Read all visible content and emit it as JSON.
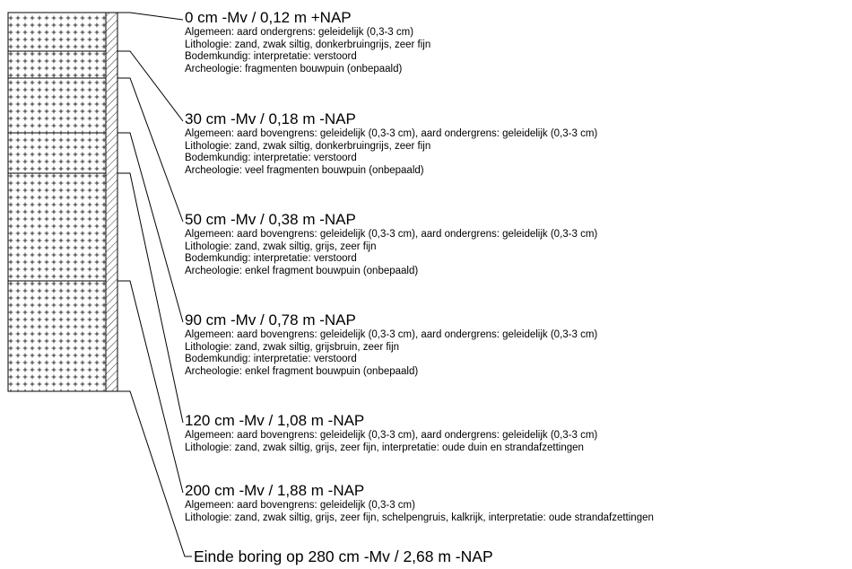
{
  "boring": {
    "layers": [
      {
        "heading": "0 cm -Mv / 0,12 m +NAP",
        "lines": [
          "Algemeen: aard ondergrens: geleidelijk (0,3-3 cm)",
          "Lithologie: zand, zwak siltig, donkerbruingrijs, zeer fijn",
          "Bodemkundig: interpretatie: verstoord",
          "Archeologie: fragmenten bouwpuin (onbepaald)"
        ]
      },
      {
        "heading": "30 cm -Mv / 0,18 m -NAP",
        "lines": [
          "Algemeen: aard bovengrens: geleidelijk (0,3-3 cm), aard ondergrens: geleidelijk (0,3-3 cm)",
          "Lithologie: zand, zwak siltig, donkerbruingrijs, zeer fijn",
          "Bodemkundig: interpretatie: verstoord",
          "Archeologie: veel fragmenten bouwpuin (onbepaald)"
        ]
      },
      {
        "heading": "50 cm -Mv / 0,38 m -NAP",
        "lines": [
          "Algemeen: aard bovengrens: geleidelijk (0,3-3 cm), aard ondergrens: geleidelijk (0,3-3 cm)",
          "Lithologie: zand, zwak siltig, grijs, zeer fijn",
          "Bodemkundig: interpretatie: verstoord",
          "Archeologie: enkel fragment bouwpuin (onbepaald)"
        ]
      },
      {
        "heading": "90 cm -Mv / 0,78 m -NAP",
        "lines": [
          "Algemeen: aard bovengrens: geleidelijk (0,3-3 cm), aard ondergrens: geleidelijk (0,3-3 cm)",
          "Lithologie: zand, zwak siltig, grijsbruin, zeer fijn",
          "Bodemkundig: interpretatie: verstoord",
          "Archeologie: enkel fragment bouwpuin (onbepaald)"
        ]
      },
      {
        "heading": "120 cm -Mv / 1,08 m -NAP",
        "lines": [
          "Algemeen: aard bovengrens: geleidelijk (0,3-3 cm), aard ondergrens: geleidelijk (0,3-3 cm)",
          "Lithologie: zand, zwak siltig, grijs, zeer fijn, interpretatie: oude duin en strandafzettingen"
        ]
      },
      {
        "heading": "200 cm -Mv / 1,88 m -NAP",
        "lines": [
          "Algemeen: aard bovengrens: geleidelijk (0,3-3 cm)",
          "Lithologie: zand, zwak siltig, grijs, zeer fijn, schelpengruis, kalkrijk, interpretatie: oude strandafzettingen"
        ]
      }
    ],
    "end_label": "Einde boring op 280 cm -Mv / 2,68 m -NAP",
    "column_colors": {
      "line": "#000000",
      "fill": "#ffffff"
    }
  }
}
